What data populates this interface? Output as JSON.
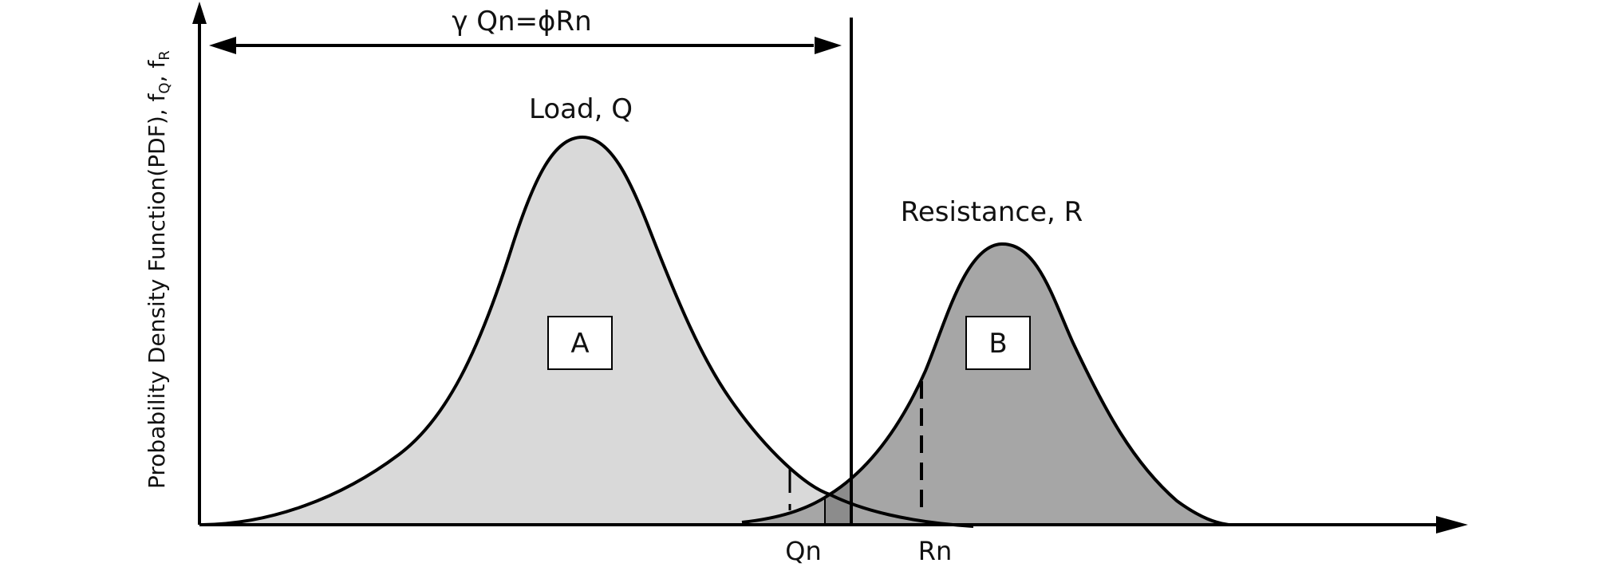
{
  "diagram": {
    "y_axis_label": "Probability Density Function(PDF), f",
    "y_axis_sub_q": "Q",
    "y_axis_sep": ", f",
    "y_axis_sub_r": "R",
    "design_equation": "γ Qn=ϕRn",
    "load_label": "Load, Q",
    "resistance_label": "Resistance, R",
    "region_a_label": "A",
    "region_b_label": "B",
    "qn_label": "Qn",
    "rn_label": "Rn",
    "colors": {
      "load_fill": "#d9d9d9",
      "resistance_fill": "#a6a6a6",
      "overlap_fill": "#8c8c8c",
      "line": "#000000"
    }
  }
}
